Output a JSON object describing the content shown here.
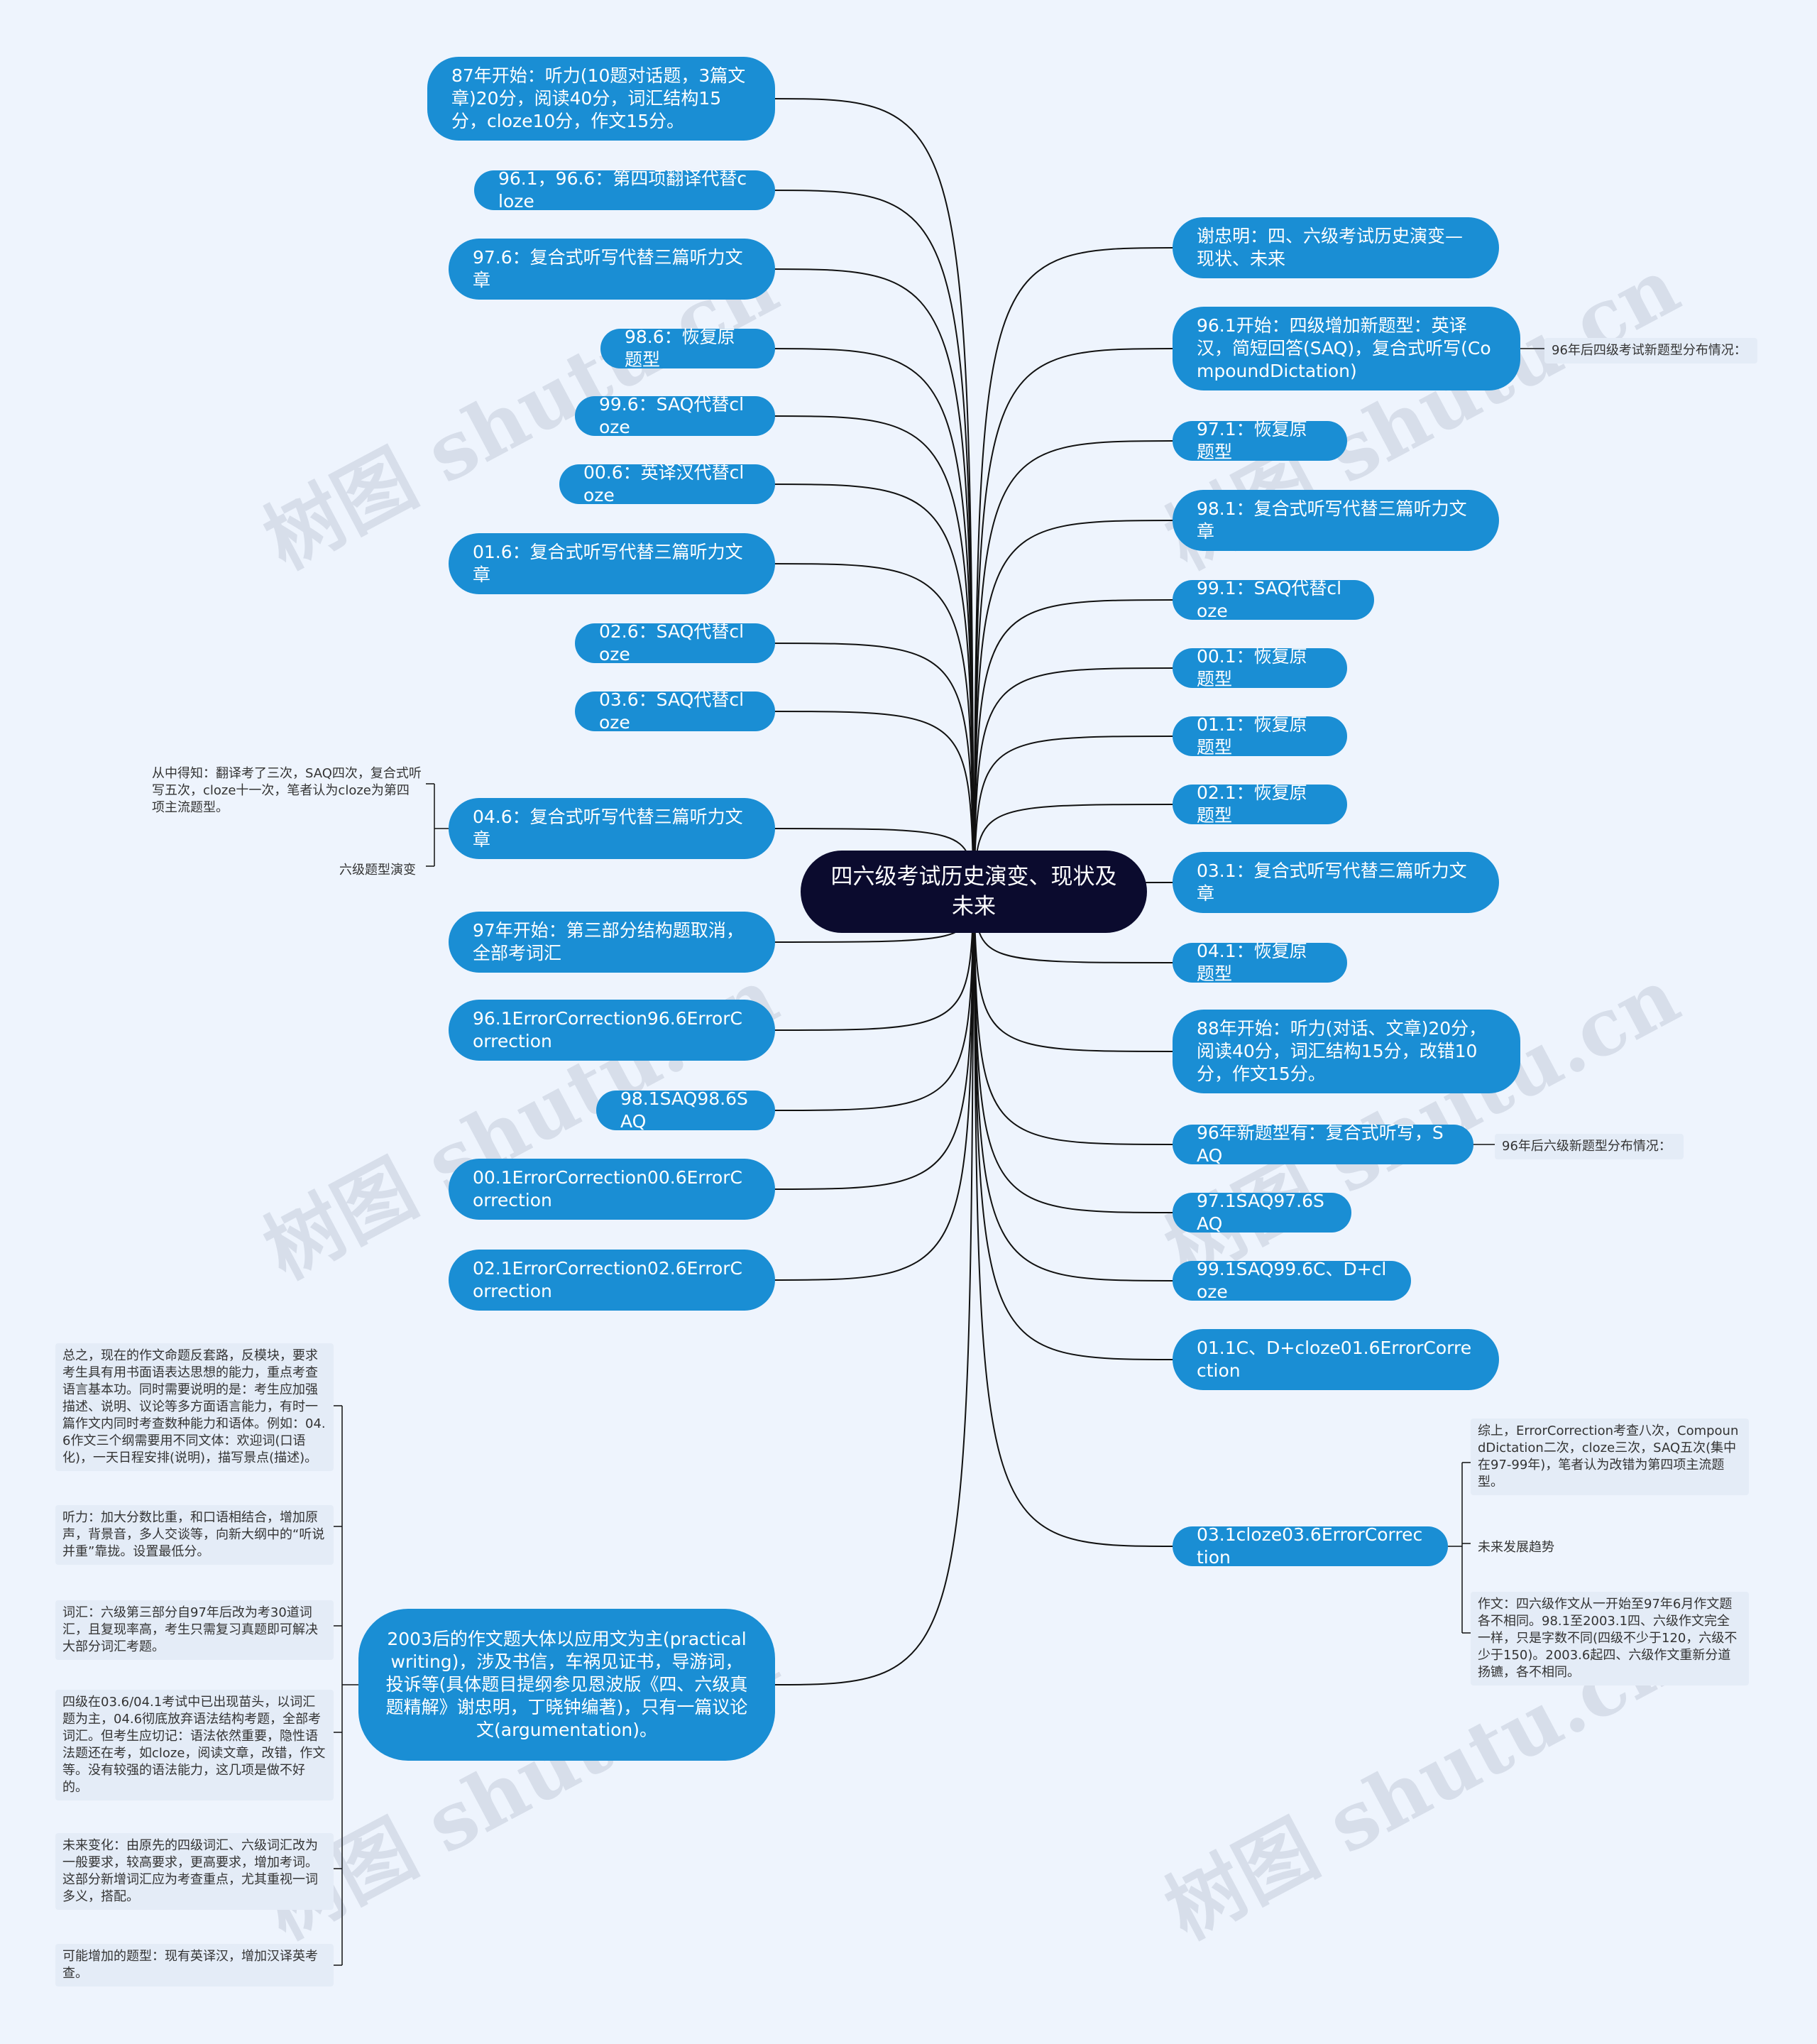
{
  "root": "四六级考试历史演变、现状及未来",
  "left_nodes": [
    "87年开始：听力(10题对话题，3篇文章)20分，阅读40分，词汇结构15分，cloze10分，作文15分。",
    "96.1，96.6：第四项翻译代替cloze",
    "97.6：复合式听写代替三篇听力文章",
    "98.6：恢复原题型",
    "99.6：SAQ代替cloze",
    "00.6：英译汉代替cloze",
    "01.6：复合式听写代替三篇听力文章",
    "02.6：SAQ代替cloze",
    "03.6：SAQ代替cloze",
    "04.6：复合式听写代替三篇听力文章",
    "97年开始：第三部分结构题取消，全部考词汇",
    "96.1ErrorCorrection96.6ErrorCorrection",
    "98.1SAQ98.6SAQ",
    "00.1ErrorCorrection00.6ErrorCorrection",
    "02.1ErrorCorrection02.6ErrorCorrection",
    "2003后的作文题大体以应用文为主(practicalwriting)，涉及书信，车祸见证书，导游词，投诉等(具体题目提纲参见恩波版《四、六级真题精解》谢忠明，丁晓钟编著)，只有一篇议论文(argumentation)。"
  ],
  "right_nodes": [
    "谢忠明：四、六级考试历史演变—现状、未来",
    "96.1开始：四级增加新题型：英译汉，简短回答(SAQ)，复合式听写(CompoundDictation)",
    "97.1：恢复原题型",
    "98.1：复合式听写代替三篇听力文章",
    "99.1：SAQ代替cloze",
    "00.1：恢复原题型",
    "01.1：恢复原题型",
    "02.1：恢复原题型",
    "03.1：复合式听写代替三篇听力文章",
    "04.1：恢复原题型",
    "88年开始：听力(对话、文章)20分，阅读40分，词汇结构15分，改错10分，作文15分。",
    "96年新题型有：复合式听写，SAQ",
    "97.1SAQ97.6SAQ",
    "99.1SAQ99.6C、D+cloze",
    "01.1C、D+cloze01.6ErrorCorrection",
    "03.1cloze03.6ErrorCorrection"
  ],
  "left_notes": {
    "conclusion": "从中得知：翻译考了三次，SAQ四次，复合式听写五次，cloze十一次，笔者认为cloze为第四项主流题型。",
    "six_level_change": "六级题型演变"
  },
  "right_notes": {
    "cet4_after96": "96年后四级考试新题型分布情况：",
    "cet6_after96": "96年后六级新题型分布情况：",
    "summary_error": "综上，ErrorCorrection考查八次，CompoundDictation二次，cloze三次，SAQ五次(集中在97-99年)，笔者认为改错为第四项主流题型。",
    "future_trend": "未来发展趋势",
    "writing": "作文：四六级作文从一开始至97年6月作文题各不相同。98.1至2003.1四、六级作文完全一样，只是字数不同(四级不少于120，六级不少于150)。2003.6起四、六级作文重新分道扬镳，各不相同。"
  },
  "bottom_notes": [
    "总之，现在的作文命题反套路，反模块，要求考生具有用书面语表达思想的能力，重点考查语言基本功。同时需要说明的是：考生应加强描述、说明、议论等多方面语言能力，有时一篇作文内同时考查数种能力和语体。例如：04.6作文三个纲需要用不同文体：欢迎词(口语化)，一天日程安排(说明)，描写景点(描述)。",
    "听力：加大分数比重，和口语相结合，增加原声，背景音，多人交谈等，向新大纲中的“听说并重”靠拢。设置最低分。",
    "词汇：六级第三部分自97年后改为考30道词汇，且复现率高，考生只需复习真题即可解决大部分词汇考题。",
    "四级在03.6/04.1考试中已出现苗头，以词汇题为主，04.6彻底放弃语法结构考题，全部考词汇。但考生应切记：语法依然重要，隐性语法题还在考，如cloze，阅读文章，改错，作文等。没有较强的语法能力，这几项是做不好的。",
    "未来变化：由原先的四级词汇、六级词汇改为一般要求，较高要求，更高要求，增加考词。这部分新增词汇应为考查重点，尤其重视一词多义，搭配。",
    "可能增加的题型：现有英译汉，增加汉译英考查。"
  ],
  "watermark": "树图 shutu.cn",
  "colors": {
    "background": "#eef4fd",
    "node": "#1a8ed4",
    "root": "#0b0b2e",
    "line": "#111111",
    "note_bg": "#e4ecf7"
  }
}
